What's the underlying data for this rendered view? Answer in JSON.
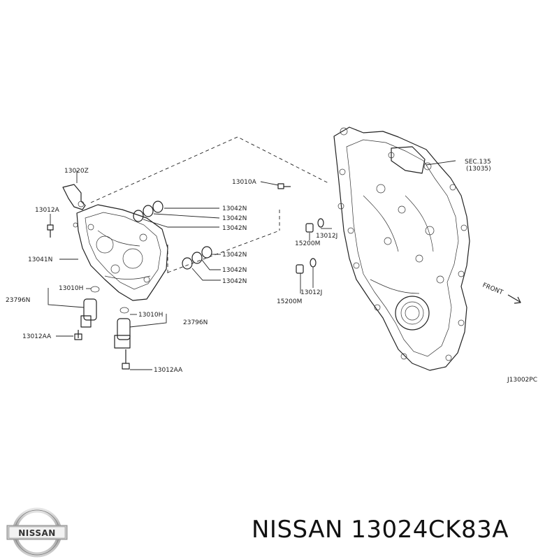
{
  "diagram": {
    "code": "J13002PC",
    "labels": {
      "l13020Z": "13020Z",
      "l13012A": "13012A",
      "l13041N": "13041N",
      "l13010H_1": "13010H",
      "l23796N_1": "23796N",
      "l13012AA_1": "13012AA",
      "l13010H_2": "13010H",
      "l23796N_2": "23796N",
      "l13012AA_2": "13012AA",
      "l13042N_1": "13042N",
      "l13042N_2": "13042N",
      "l13042N_3": "13042N",
      "l13042N_4": "13042N",
      "l13042N_5": "13042N",
      "l13042N_6": "13042N",
      "l13010A": "13010A",
      "l13012J_1": "13012J",
      "l15200M_1": "15200M",
      "l15200M_2": "15200M",
      "l13012J_2": "13012J",
      "sec": "SEC.135",
      "sec_ref": "(13035)",
      "front": "FRONT"
    }
  },
  "brand": {
    "logo_text": "NISSAN",
    "title": "NISSAN 13024CK83A"
  }
}
